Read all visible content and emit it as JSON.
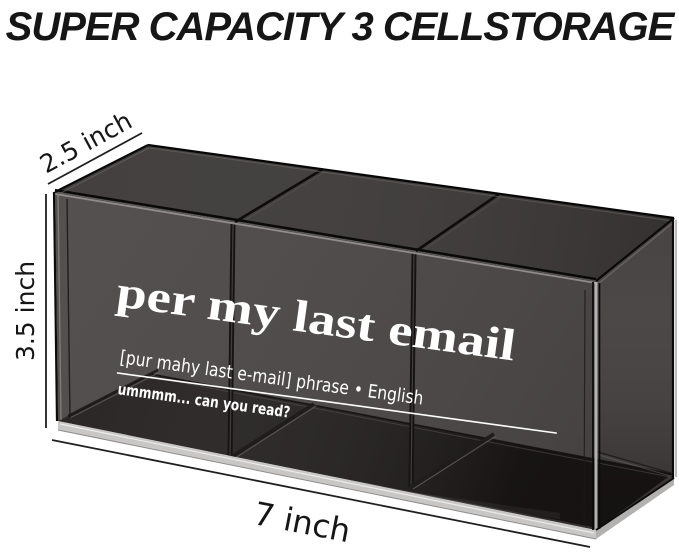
{
  "title": "SUPER CAPACITY 3 CELLSTORAGE",
  "dimensions": {
    "depth": "2.5 inch",
    "height": "3.5 inch",
    "width": "7 inch"
  },
  "print": {
    "headline": "per my last email",
    "phonetic": "[pur mahy last e-mail] phrase • English",
    "caption": "ummmm... can you read?"
  },
  "colors": {
    "background": "#ffffff",
    "ink": "#161616",
    "dimline": "#1f1f1f",
    "print": "#ffffff",
    "front": "#4b4747",
    "top": "#3d3a39",
    "side": "#413d3c",
    "floor": "#1b1717",
    "rim": "#c9c7c6",
    "rimside": "#b3b1b0"
  }
}
